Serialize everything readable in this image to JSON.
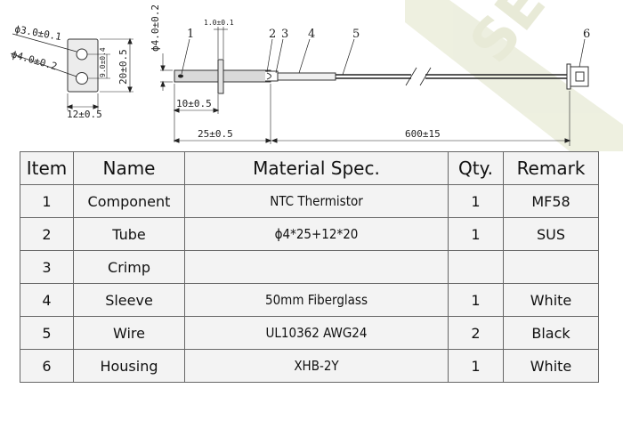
{
  "drawing": {
    "top_view": {
      "hole_small": "ϕ3.0±0.1",
      "hole_large": "ϕ4.0±0.2",
      "height": "20±0.5",
      "hole_spacing": "9.0±0.4",
      "width": "12±0.5"
    },
    "side_view": {
      "tube_diameter": "ϕ4.0±0.2",
      "flange_thickness": "1.0±0.1",
      "flange_offset": "10±0.5",
      "tube_length": "25±0.5",
      "wire_length": "600±15"
    },
    "callouts": [
      "1",
      "2",
      "3",
      "4",
      "5",
      "6"
    ]
  },
  "table": {
    "headers": [
      "Item",
      "Name",
      "Material Spec.",
      "Qty.",
      "Remark"
    ],
    "rows": [
      [
        "1",
        "Component",
        "NTC Thermistor",
        "1",
        "MF58"
      ],
      [
        "2",
        "Tube",
        "ϕ4*25+12*20",
        "1",
        "SUS"
      ],
      [
        "3",
        "Crimp",
        "",
        "",
        ""
      ],
      [
        "4",
        "Sleeve",
        "50mm  Fiberglass",
        "1",
        "White"
      ],
      [
        "5",
        "Wire",
        "UL10362   AWG24",
        "2",
        "Black"
      ],
      [
        "6",
        "Housing",
        "XHB-2Y",
        "1",
        "White"
      ]
    ]
  },
  "colors": {
    "line": "#222222",
    "table_bg": "#f3f3f3",
    "watermark": "#e9ebd9"
  },
  "watermark": {
    "text": "SEN"
  }
}
